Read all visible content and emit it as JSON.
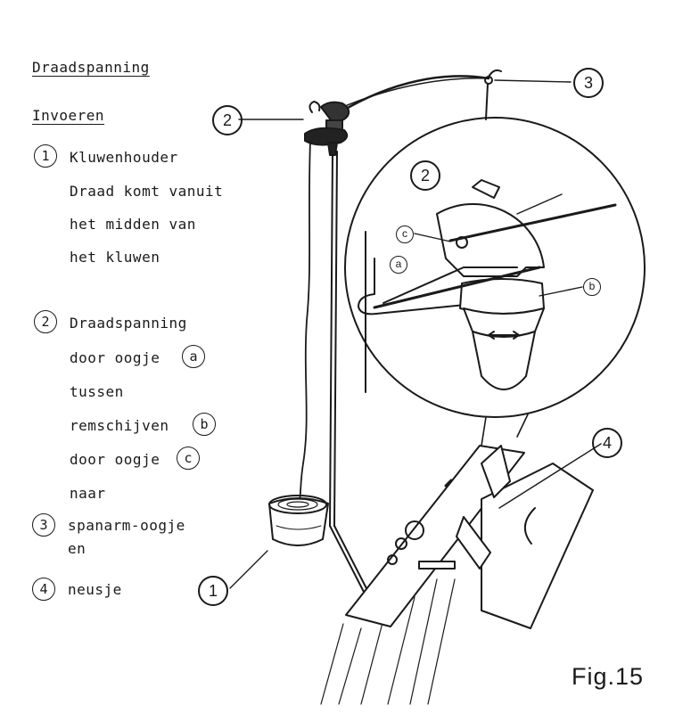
{
  "heading": "Draadspanning",
  "subheading": "Invoeren",
  "steps": [
    {
      "num": "1",
      "lines": [
        "Kluwenhouder",
        "Draad komt vanuit",
        "het midden van",
        "het kluwen"
      ]
    },
    {
      "num": "2",
      "lines": [
        "Draadspanning",
        "door oogje",
        "tussen",
        "remschijven",
        "door oogje",
        "naar"
      ],
      "markers": [
        "a",
        "b",
        "c"
      ]
    },
    {
      "num": "3",
      "lines": [
        "spanarm-oogje",
        "en"
      ]
    },
    {
      "num": "4",
      "lines": [
        "neusje"
      ]
    }
  ],
  "callouts": {
    "one": "1",
    "two": "2",
    "three": "3",
    "four": "4",
    "detail_two": "2",
    "a": "a",
    "b": "b",
    "c": "c"
  },
  "figure_label": "Fig.15"
}
